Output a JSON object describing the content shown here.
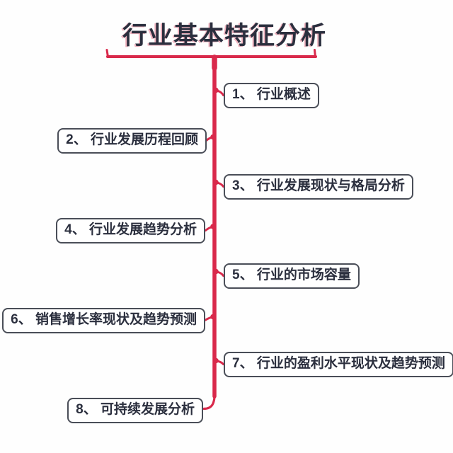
{
  "title": "行业基本特征分析",
  "colors": {
    "accent_red": "#d9294b",
    "text_dark": "#2b2f3e",
    "box_border": "#4a4e58",
    "background": "#ffffff"
  },
  "nodes": [
    {
      "label": "1、 行业概述",
      "side": "right"
    },
    {
      "label": "2、 行业发展历程回顾",
      "side": "left"
    },
    {
      "label": "3、 行业发展现状与格局分析",
      "side": "right"
    },
    {
      "label": "4、 行业发展趋势分析",
      "side": "left"
    },
    {
      "label": "5、 行业的市场容量",
      "side": "right"
    },
    {
      "label": "6、 销售增长率现状及趋势预测",
      "side": "left"
    },
    {
      "label": "7、 行业的盈利水平现状及趋势预测",
      "side": "right"
    },
    {
      "label": "8、 可持续发展分析",
      "side": "left"
    }
  ]
}
